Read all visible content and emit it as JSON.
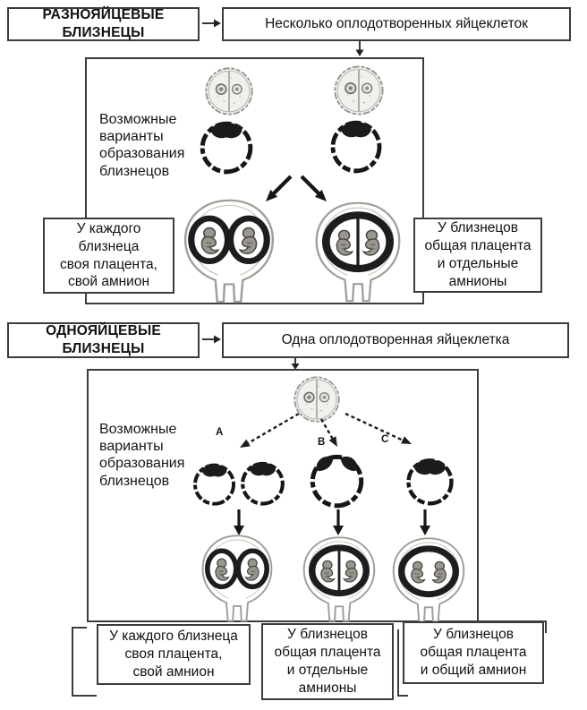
{
  "colors": {
    "border": "#3c3c3c",
    "text": "#111111",
    "background": "#ffffff",
    "ink": "#1b1b1b"
  },
  "figures": {
    "egg": "two-cell-fertilized-egg",
    "blastocyst_single_icm": "blastocyst-single-inner-cell-mass",
    "blastocyst_double_icm": "blastocyst-two-inner-cell-masses",
    "blastocyst_wide_icm": "blastocyst-common-inner-cell-mass",
    "uterus_separate": "uterus-twins-separate-placentas",
    "uterus_shared_divided": "uterus-twins-shared-placenta-separate-amnions",
    "uterus_shared_common": "uterus-twins-shared-placenta-common-amnion"
  },
  "sections": [
    {
      "title": "РАЗНОЯЙЦЕВЫЕ БЛИЗНЕЦЫ",
      "subtitle": "Несколько оплодотворенных яйцеклеток",
      "panel_label": "Возможные\nварианты\nобразования\nблизнецов",
      "outcomes": [
        "У каждого\nблизнеца\nсвоя плацента,\nсвой амнион",
        "У близнецов\nобщая плацента\nи отдельные\nамнионы"
      ]
    },
    {
      "title": "ОДНОЯЙЦЕВЫЕ БЛИЗНЕЦЫ",
      "subtitle": "Одна оплодотворенная яйцеклетка",
      "panel_label": "Возможные\nварианты\nобразования\nблизнецов",
      "variant_labels": [
        "A",
        "B",
        "C"
      ],
      "outcomes": [
        "У каждого близнеца\nсвоя плацента,\nсвой амнион",
        "У близнецов\nобщая плацента\nи отдельные\nамнионы",
        "У близнецов\nобщая плацента\nи общий амнион"
      ]
    }
  ]
}
